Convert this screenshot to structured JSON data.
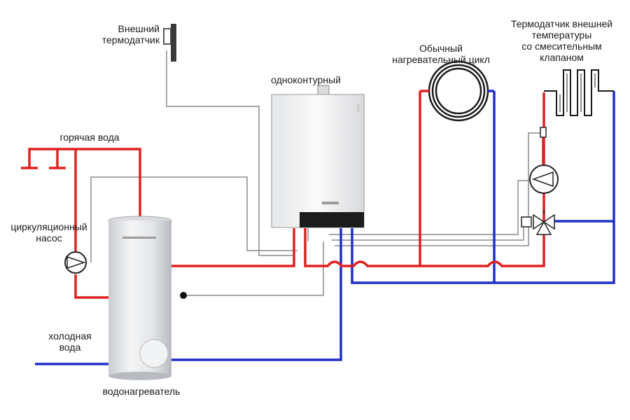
{
  "labels": {
    "outdoor_sensor": [
      "Внешний",
      "термодатчик"
    ],
    "boiler": "одноконтурный",
    "heating_cycle": [
      "Обычный",
      "нагревательный цикл"
    ],
    "mixing_sensor": [
      "Термодатчик внешней",
      "температуры",
      "со смесительным",
      "клапаном"
    ],
    "hot_water": "горячая вода",
    "circ_pump": [
      "циркуляционный",
      "насос"
    ],
    "cold_water": [
      "холодная",
      "вода"
    ],
    "water_heater": "водонагреватель"
  },
  "colors": {
    "hot_pipe": "#e0201e",
    "cold_pipe": "#1f2fc9",
    "signal_wire": "#8a8a8a",
    "outline": "#222222"
  }
}
